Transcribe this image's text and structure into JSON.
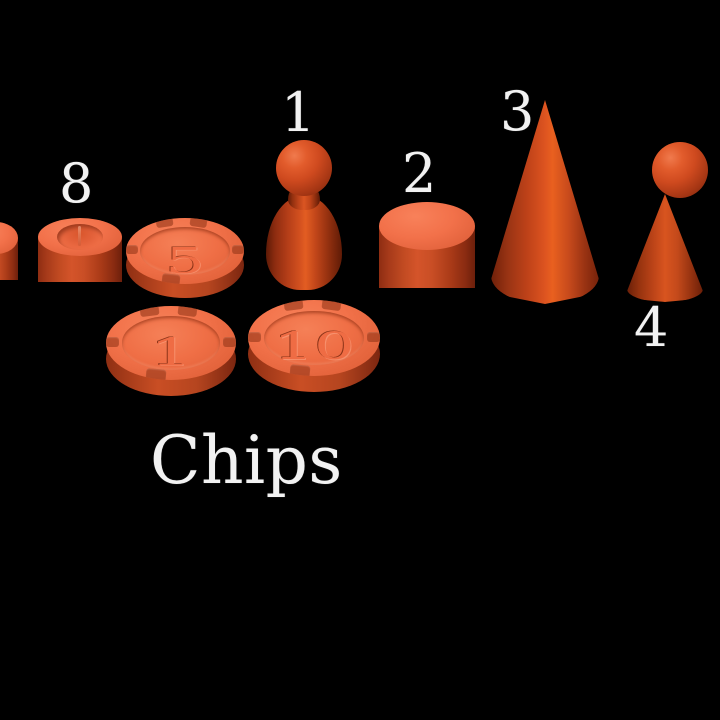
{
  "scene": {
    "background_color": "#000000",
    "render_title": "3D game piece render",
    "caption": "Chips",
    "caption_color": "#f2f2f2"
  },
  "palette": {
    "orange_light": "#f2714a",
    "orange_mid": "#d4542a",
    "orange_dark": "#8e2d12",
    "orange_deepest": "#5d1a06",
    "highlight": "#e9601f",
    "label_white": "#f2f2f2",
    "background": "#000000"
  },
  "labels": [
    {
      "id": "label-8",
      "text": "8",
      "target": "dimpled-disc"
    },
    {
      "id": "label-1",
      "text": "1",
      "target": "tall-pawn"
    },
    {
      "id": "label-2",
      "text": "2",
      "target": "cylinder"
    },
    {
      "id": "label-3",
      "text": "3",
      "target": "cone"
    },
    {
      "id": "label-4",
      "text": "4",
      "target": "cone-pawn"
    }
  ],
  "objects": [
    {
      "id": "edge-cylinder",
      "name": "partial-cylinder",
      "shape": "cylinder",
      "label": ""
    },
    {
      "id": "dimpled-disc",
      "name": "dimpled-disc",
      "shape": "cylinder-with-conical-dimple",
      "label": "8"
    },
    {
      "id": "chip-5",
      "name": "poker-chip",
      "shape": "chip",
      "value": "5"
    },
    {
      "id": "chip-1",
      "name": "poker-chip",
      "shape": "chip",
      "value": "1"
    },
    {
      "id": "chip-10",
      "name": "poker-chip",
      "shape": "chip",
      "value": "10"
    },
    {
      "id": "tall-pawn",
      "name": "pawn",
      "shape": "sphere-on-flared-body",
      "label": "1"
    },
    {
      "id": "cylinder",
      "name": "cylinder",
      "shape": "cylinder",
      "label": "2"
    },
    {
      "id": "cone",
      "name": "cone",
      "shape": "cone",
      "label": "3"
    },
    {
      "id": "cone-pawn",
      "name": "cone-pawn",
      "shape": "sphere-on-cone",
      "label": "4"
    }
  ],
  "chips": [
    {
      "value": "5"
    },
    {
      "value": "1"
    },
    {
      "value": "10"
    }
  ]
}
